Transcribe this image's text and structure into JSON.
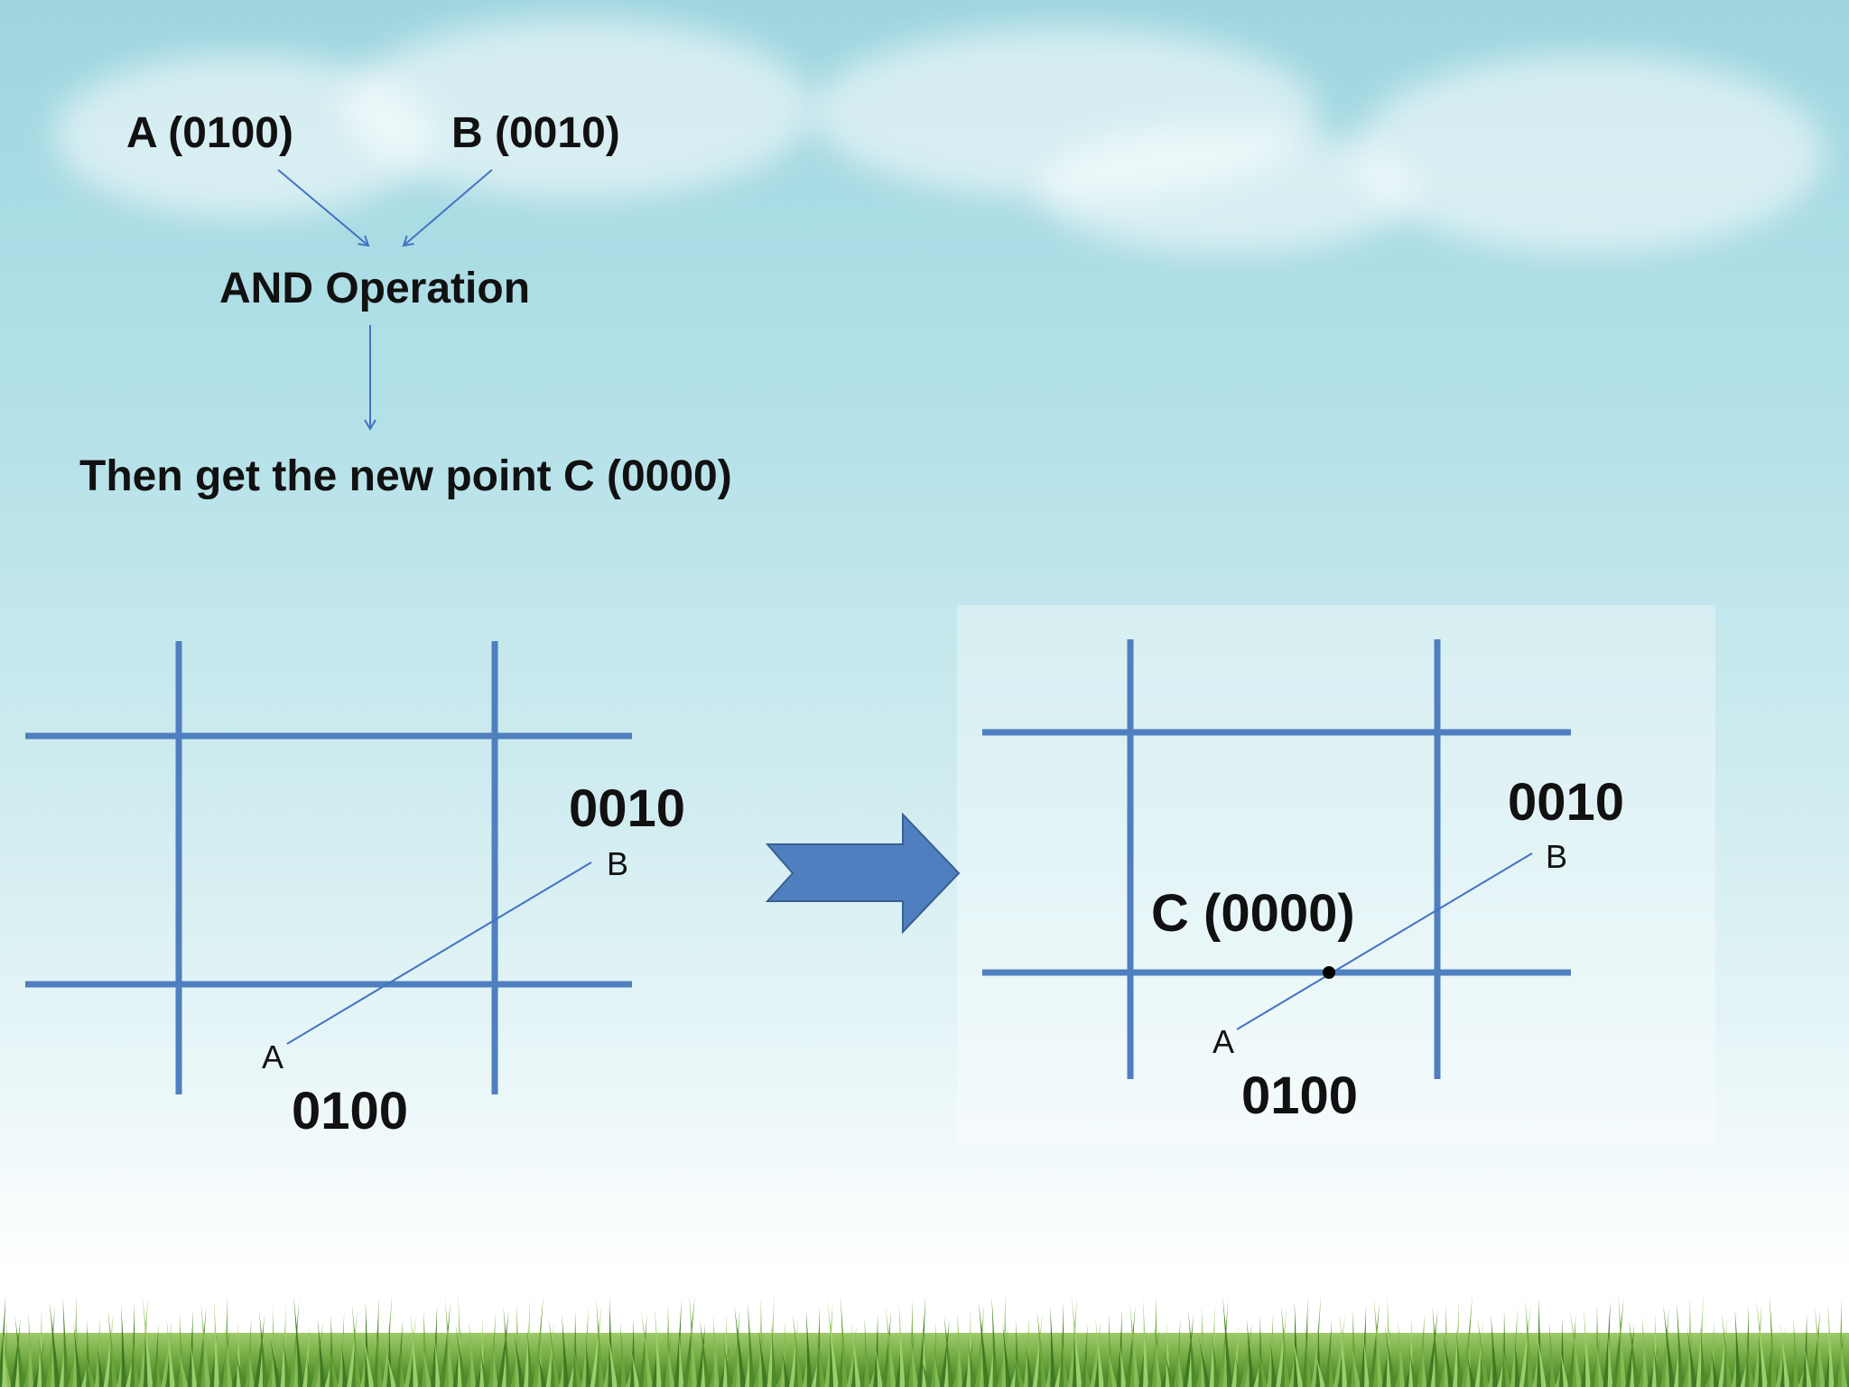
{
  "flow": {
    "label_a": "A (0100)",
    "label_b": "B (0010)",
    "operation": "AND Operation",
    "result": "Then get the new point C (0000)"
  },
  "left_diagram": {
    "code_top": "0010",
    "code_bottom": "0100",
    "point_a": "A",
    "point_b": "B"
  },
  "right_diagram": {
    "code_top": "0010",
    "code_bottom": "0100",
    "point_a": "A",
    "point_b": "B",
    "point_c": "C (0000)"
  },
  "colors": {
    "grid_line": "#4f7fbf",
    "connector": "#4472c4",
    "big_arrow_fill": "#4f7fbf",
    "big_arrow_stroke": "#3a5f92",
    "text": "#111111"
  }
}
